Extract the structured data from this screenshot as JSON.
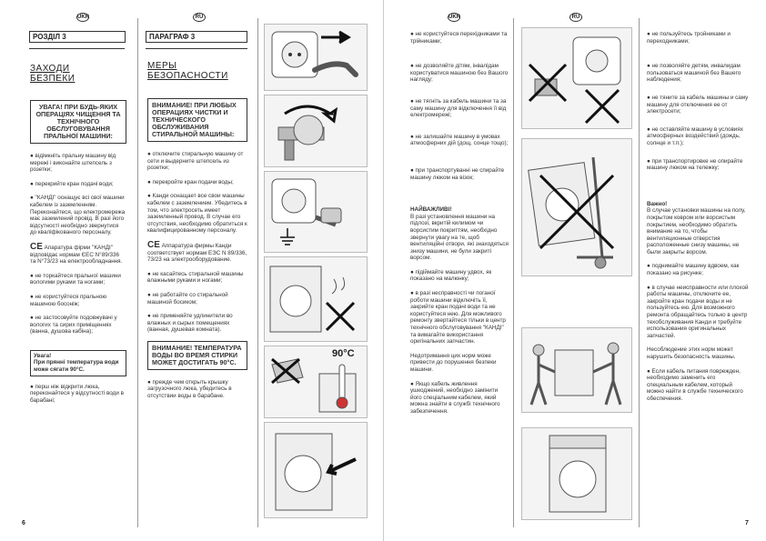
{
  "left_page": {
    "lang_left": "UKR",
    "lang_right": "RU",
    "section_left": "РОЗДІЛ 3",
    "section_right": "ПАРАГРАФ 3",
    "heading_left_1": "ЗАХОДИ",
    "heading_left_2": "БЕЗПЕКИ",
    "heading_right_1": "МЕРЫ",
    "heading_right_2": "БЕЗОПАСНОСТИ",
    "warning_left": "УВАГА! ПРИ БУДЬ-ЯКИХ ОПЕРАЦІЯХ ЧИЩЕННЯ ТА ТЕХНІЧНОГО ОБСЛУГОВУВАННЯ ПРАЛЬНОЇ МАШИНИ:",
    "warning_right": "ВНИМАНИЕ! ПРИ ЛЮБЫХ ОПЕРАЦИЯХ ЧИСТКИ И ТЕХНИЧЕСКОГО ОБСЛУЖИВАНИЯ СТИРАЛЬНОЙ МАШИНЫ:",
    "items_left": [
      "● відімкніть пральну машину від мережі і виконайте штепсель з розетки;",
      "● перекрийте кран подачі води;",
      "● \"КАНДІ\" оснащує всі свої машини кабелем із заземленням. Переконайтеся, що електромережа має заземлений провід. В разі його відсутності необхідно звернутися до кваліфікованого персоналу.",
      "Апаратура фірми \"КАНДІ\" відповідає нормам ЄЕС N°89/336 та N°73/23 на електрообладнання.",
      "● не торкайтеся пральної машини вологими руками та ногами;",
      "● не користуйтеся пральною машиною босоніж;",
      "● не застосовуйте подовжувачі у вологих та сирих приміщеннях (ванна, душова кабіна);"
    ],
    "items_right": [
      "● отключите стиральную машину от сети и выдерните штепсель из розетки;",
      "● перекройте кран подачи воды;",
      "● Канди оснащает все свои машины кабелем с заземлением. Убедитесь в том, что электросеть имеет заземленный провод. В случае его отсутствия, необходимо обратиться к квалифицированному персоналу.",
      "Аппаратура фирмы Канди соответствует нормам ЕЭС N 89/336, 73/23 на электрооборудование.",
      "● не касайтесь стиральной машины влажными руками и ногами;",
      "● не работайте со стиральной машиной босиком;",
      "● не применяйте удлинители во влажных и сырых помещениях (ванная, душевая комната)."
    ],
    "temp_left_title": "Увага!",
    "temp_left": "При прянні температура води може сягати 90°С.",
    "temp_right": "ВНИМАНИЕ! ТЕМПЕРАТУРА ВОДЫ ВО ВРЕМЯ СТИРКИ МОЖЕТ ДОСТИГАТЬ 90°С.",
    "last_left": "● перш ніж відкрити люка, переконайтеся у відсутності води в барабані;",
    "last_right": "● прежде чем открыть крышку загрузочного люка, убедитесь в отсутствии воды в барабане.",
    "temp_label": "90°C",
    "page_number": "6"
  },
  "right_page": {
    "lang_left": "UKR",
    "lang_right": "RU",
    "items_left": [
      "● не користуйтеся перехідниками та трійниками;",
      "● не дозволяйте дітям, інвалідам користуватися машиною без Вашого нагляду;",
      "● не тягніть за кабель машини та за саму машину для відключення її від електромережі;",
      "● не залишайте машину в умовах атмосферних дій (дощ, сонце тощо);",
      "● при транспортуванні не спирайте машину люком на візок;"
    ],
    "items_right": [
      "● не пользуйтесь тройниками и переходниками;",
      "● не позволяйте детям, инвалидам пользоваться машиной без Вашего наблюдения;",
      "● не тяните за кабель машины и саму машину для отключения ее от электросети;",
      "● не оставляйте машину в условиях атмосферных воздействий (дождь, солнце и т.п.);",
      "● при транспортировке не опирайте машину люком на тележку;"
    ],
    "important_left_title": "НАЙВАЖЛИВІ!",
    "important_left": "В разі установлення машини на підлозі, вкритій килимом чи ворсистим покриттям, необхідно звернути увагу на те, щоб вентиляційні отвори, які знаходяться знизу машини, не були закриті ворсом.",
    "important_right_title": "Важно!",
    "important_right": "В случае установки машины на полу, покрытом ковром или ворсистым покрытием, необходимо обратить внимание на то, чтобы вентиляционные отверстия расположенные снизу машины, не были закрыты ворсом.",
    "lift_left": "● підіймайте машину удвох, як показано на малюнку;",
    "lift_right": "● поднимайте машину вдвоем, как показано на рисунке;",
    "fault_left": "● в разі несправності чи поганої роботи машини відключіть її, закрийте кран подачі води та не користуйтеся нею. Для можливого ремонту звертайтеся тільки в центр технічного обслуговування \"КАНДІ\" та вимагайте використання оригінальних запчастин.",
    "fault_right": "● в случае неисправности или плохой работы машины, отключите ее, закройте кран подачи воды и не пользуйтесь ею. Для возможного ремонта обращайтесь только в центр техобслуживания Канди и требуйте использования оригинальных запчастей.",
    "danger_left": "Недотримання цих норм може привести до порушення безпеки машини.",
    "danger_right": "Несоблюдение этих норм может нарушить безопасность машины.",
    "cable_left": "● Якщо кабель живлення ушкоджений, необхідно замінити його спеціальним кабелем, який можна знайти в службі технічного забезпечення.",
    "cable_right": "● Если кабель питания поврежден, необходимо заменить его специальным кабелем, который можно найти в службе технического обеспечения.",
    "page_number": "7"
  }
}
